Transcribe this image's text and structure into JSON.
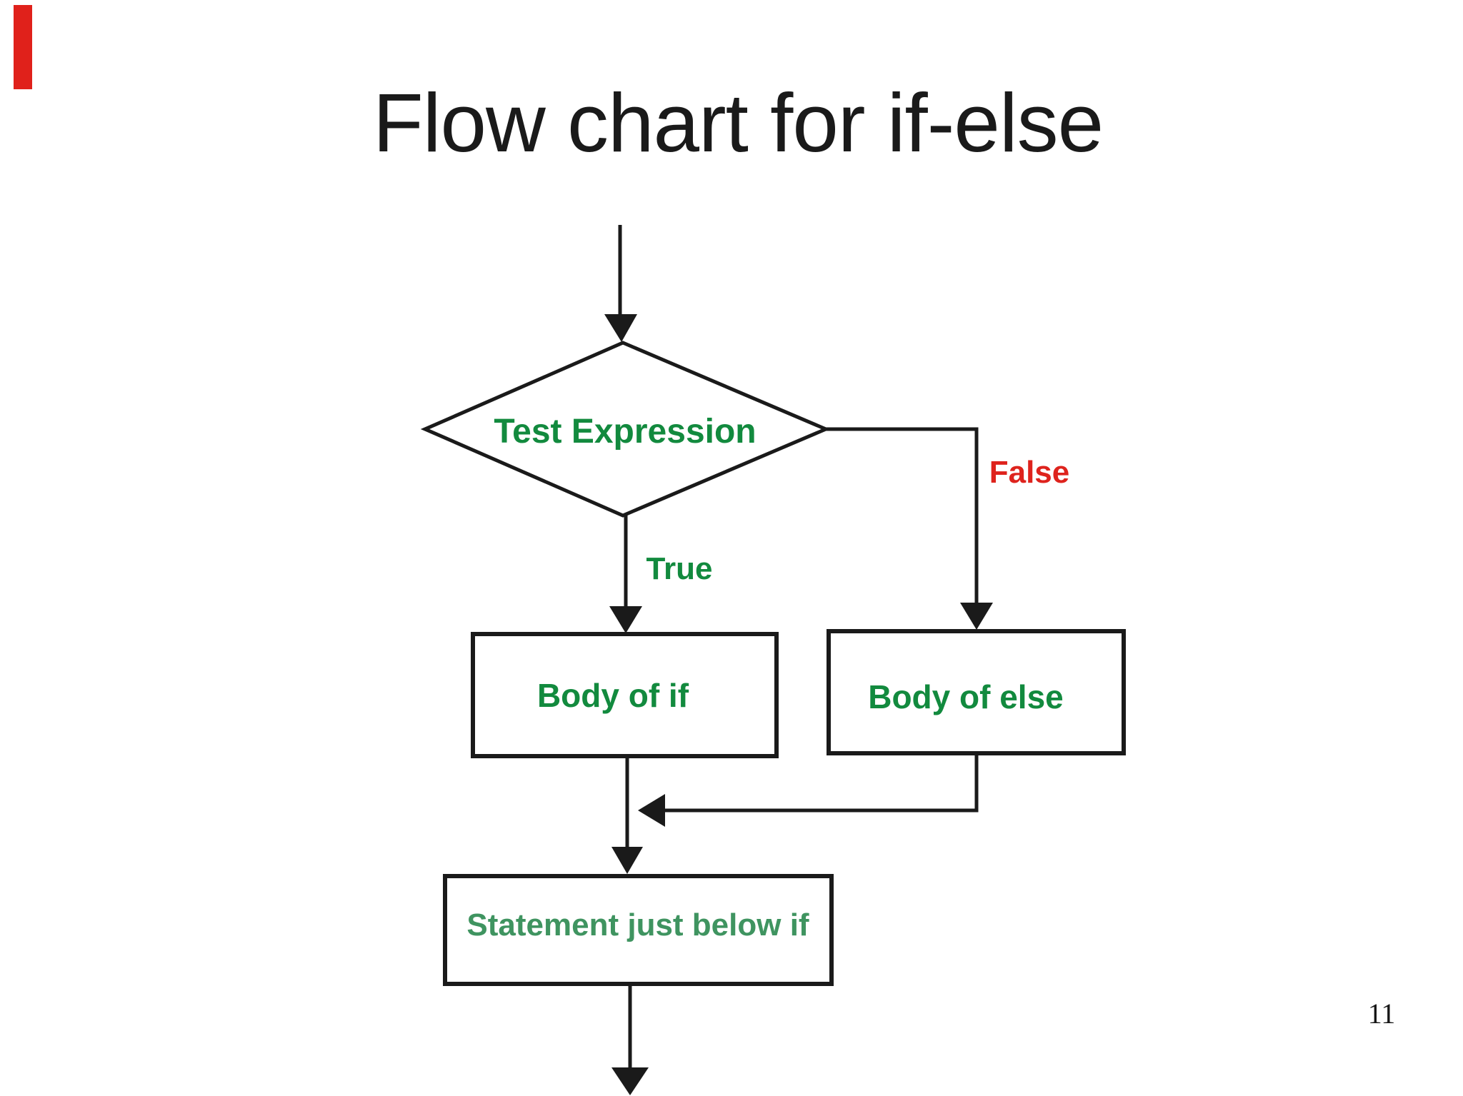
{
  "slide": {
    "background": "#ffffff",
    "page_number": "11"
  },
  "corner_marker": {
    "color": "#e0211b"
  },
  "title": {
    "text": "Flow chart for if-else",
    "color": "#1a1a1a"
  },
  "flowchart": {
    "line_color": "#1a1a1a",
    "green": "#128a3e",
    "green_light": "#3f9460",
    "red": "#de231d",
    "nodes": [
      {
        "id": "test-expression",
        "type": "decision",
        "label": "Test Expression",
        "label_color": "#128a3e"
      },
      {
        "id": "body-of-if",
        "type": "process",
        "label": "Body of if",
        "label_color": "#128a3e"
      },
      {
        "id": "body-of-else",
        "type": "process",
        "label": "Body of else",
        "label_color": "#128a3e"
      },
      {
        "id": "statement-below",
        "type": "process",
        "label": "Statement just below if",
        "label_color": "#3f9460"
      }
    ],
    "edges": [
      {
        "from": "start",
        "to": "test-expression",
        "label": ""
      },
      {
        "from": "test-expression",
        "to": "body-of-if",
        "label": "True",
        "label_color": "#128a3e"
      },
      {
        "from": "test-expression",
        "to": "body-of-else",
        "label": "False",
        "label_color": "#de231d"
      },
      {
        "from": "body-of-if",
        "to": "statement-below",
        "label": ""
      },
      {
        "from": "body-of-else",
        "to": "statement-below",
        "label": ""
      },
      {
        "from": "statement-below",
        "to": "end",
        "label": ""
      }
    ]
  }
}
